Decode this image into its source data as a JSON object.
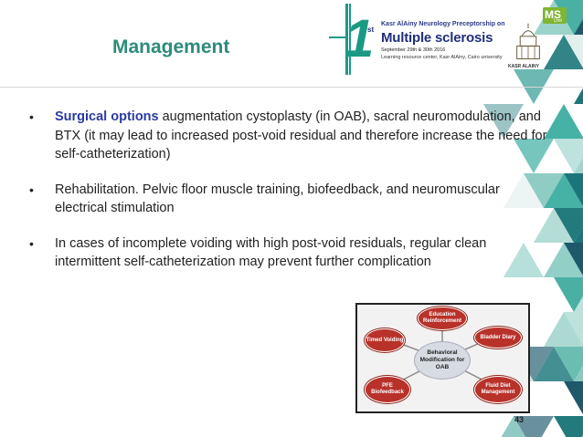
{
  "title": "Management",
  "banner": {
    "ordinal_number": "1",
    "ordinal_suffix": "st",
    "top_line": "Kasr AlAiny Neurology Preceptorship on",
    "main_line": "Multiple sclerosis",
    "date_line": "September 29th & 30th 2016",
    "venue_line": "Learning resource center, Kasr AlAiny, Cairo university",
    "ms_logo": "MS",
    "ms_unit": "Unit",
    "kasr_label": "KASR ALAINY"
  },
  "bullets": [
    {
      "lead": "Surgical options",
      "text": " augmentation cystoplasty (in OAB), sacral neuromodulation, and BTX (it may lead to increased post-void residual and therefore increase the need for self-catheterization)"
    },
    {
      "lead": "",
      "text": "Rehabilitation. Pelvic floor muscle training, biofeedback, and neuromuscular electrical stimulation"
    },
    {
      "lead": "",
      "text": "In cases of incomplete voiding with high post-void residuals, regular clean intermittent self-catheterization may prevent further complication"
    }
  ],
  "diagram": {
    "center": "Behavioral Modification for OAB",
    "nodes": {
      "education": "Education Reinforcement",
      "bladder": "Bladder Diary",
      "timed": "Timed Voiding",
      "pfe": "PFE Biofeedback",
      "fluid": "Fluid Diet Management"
    }
  },
  "page_number": "43",
  "colors": {
    "title": "#2e8b7a",
    "lead": "#2a3aa0",
    "node": "#b8322a"
  }
}
